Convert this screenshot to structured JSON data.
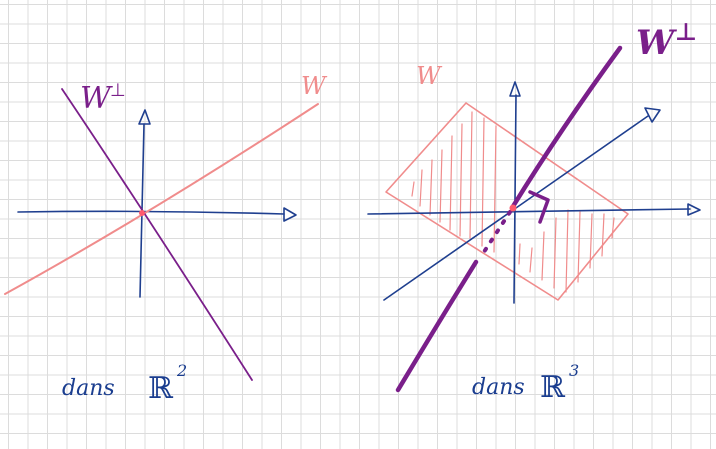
{
  "left_diagram": {
    "label_w_perp": "W",
    "perp_symbol": "⊥",
    "label_w": "W",
    "caption_prefix": "dans",
    "caption_space": "ℝ",
    "caption_exponent": "2"
  },
  "right_diagram": {
    "label_w": "W",
    "label_w_perp": "W",
    "perp_symbol": "⊥",
    "caption_prefix": "dans",
    "caption_space": "ℝ",
    "caption_exponent": "3"
  },
  "colors": {
    "axis": "#1f3f8f",
    "subspace_w": "#f08c8c",
    "complement": "#7a1f8a",
    "caption": "#1a3d8f",
    "origin": "#ff5a6e"
  }
}
